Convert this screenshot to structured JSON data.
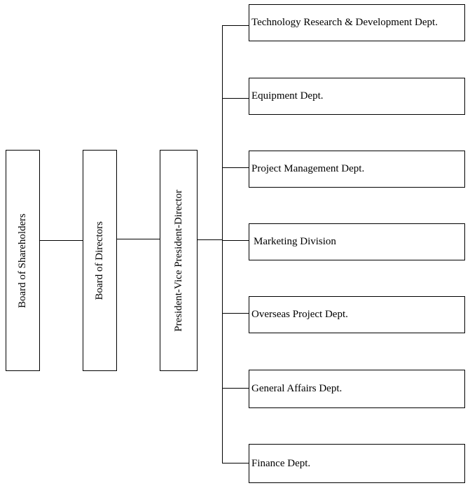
{
  "org_chart": {
    "shareholders": "Board of Shareholders",
    "directors": "Board of Directors",
    "president": "President-Vice President-Director",
    "departments": [
      "Technology Research & Development Dept.",
      "Equipment Dept.",
      "Project Management Dept.",
      "Marketing Division",
      "Overseas Project Dept.",
      "General Affairs Dept.",
      "Finance Dept."
    ]
  }
}
